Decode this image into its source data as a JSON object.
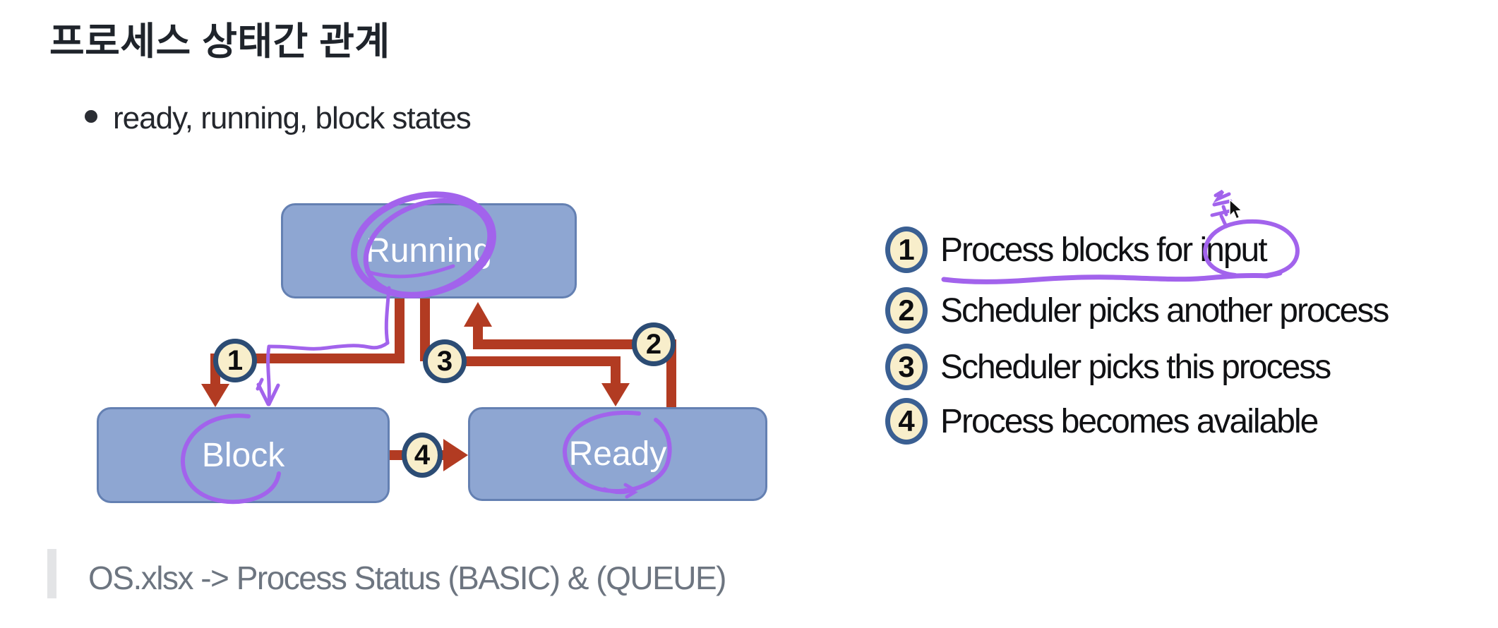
{
  "header": {
    "title": "프로세스 상태간 관계",
    "bullet": "ready, running, block states"
  },
  "diagram": {
    "states": [
      {
        "label": "Running"
      },
      {
        "label": "Block"
      },
      {
        "label": "Ready"
      }
    ],
    "badges": [
      {
        "n": "1"
      },
      {
        "n": "2"
      },
      {
        "n": "3"
      },
      {
        "n": "4"
      }
    ],
    "transitions": [
      {
        "n": "1",
        "from": "Running",
        "to": "Block"
      },
      {
        "n": "2",
        "from": "Ready",
        "to": "Running"
      },
      {
        "n": "3",
        "from": "Running",
        "to": "Ready"
      },
      {
        "n": "4",
        "from": "Block",
        "to": "Ready"
      }
    ]
  },
  "legend": {
    "items": [
      {
        "n": "1",
        "text": "Process blocks for input"
      },
      {
        "n": "2",
        "text": "Scheduler picks another process"
      },
      {
        "n": "3",
        "text": "Scheduler picks this process"
      },
      {
        "n": "4",
        "text": "Process becomes available"
      }
    ]
  },
  "footer": {
    "source": "OS.xlsx -> Process Status (BASIC) & (QUEUE)"
  },
  "colors": {
    "state_fill": "#8ea6d2",
    "state_border": "#6480b2",
    "arrow_red": "#b23b22",
    "badge_fill": "#f8eecb",
    "badge_ring": "#2c4c74",
    "legend_ring": "#3a5f92",
    "ink_purple": "#a263ec",
    "title_text": "#1f242b",
    "footer_text": "#6d7580",
    "quote_bar": "#e3e4e6"
  },
  "icons": {
    "cursor": "mouse-pointer"
  }
}
